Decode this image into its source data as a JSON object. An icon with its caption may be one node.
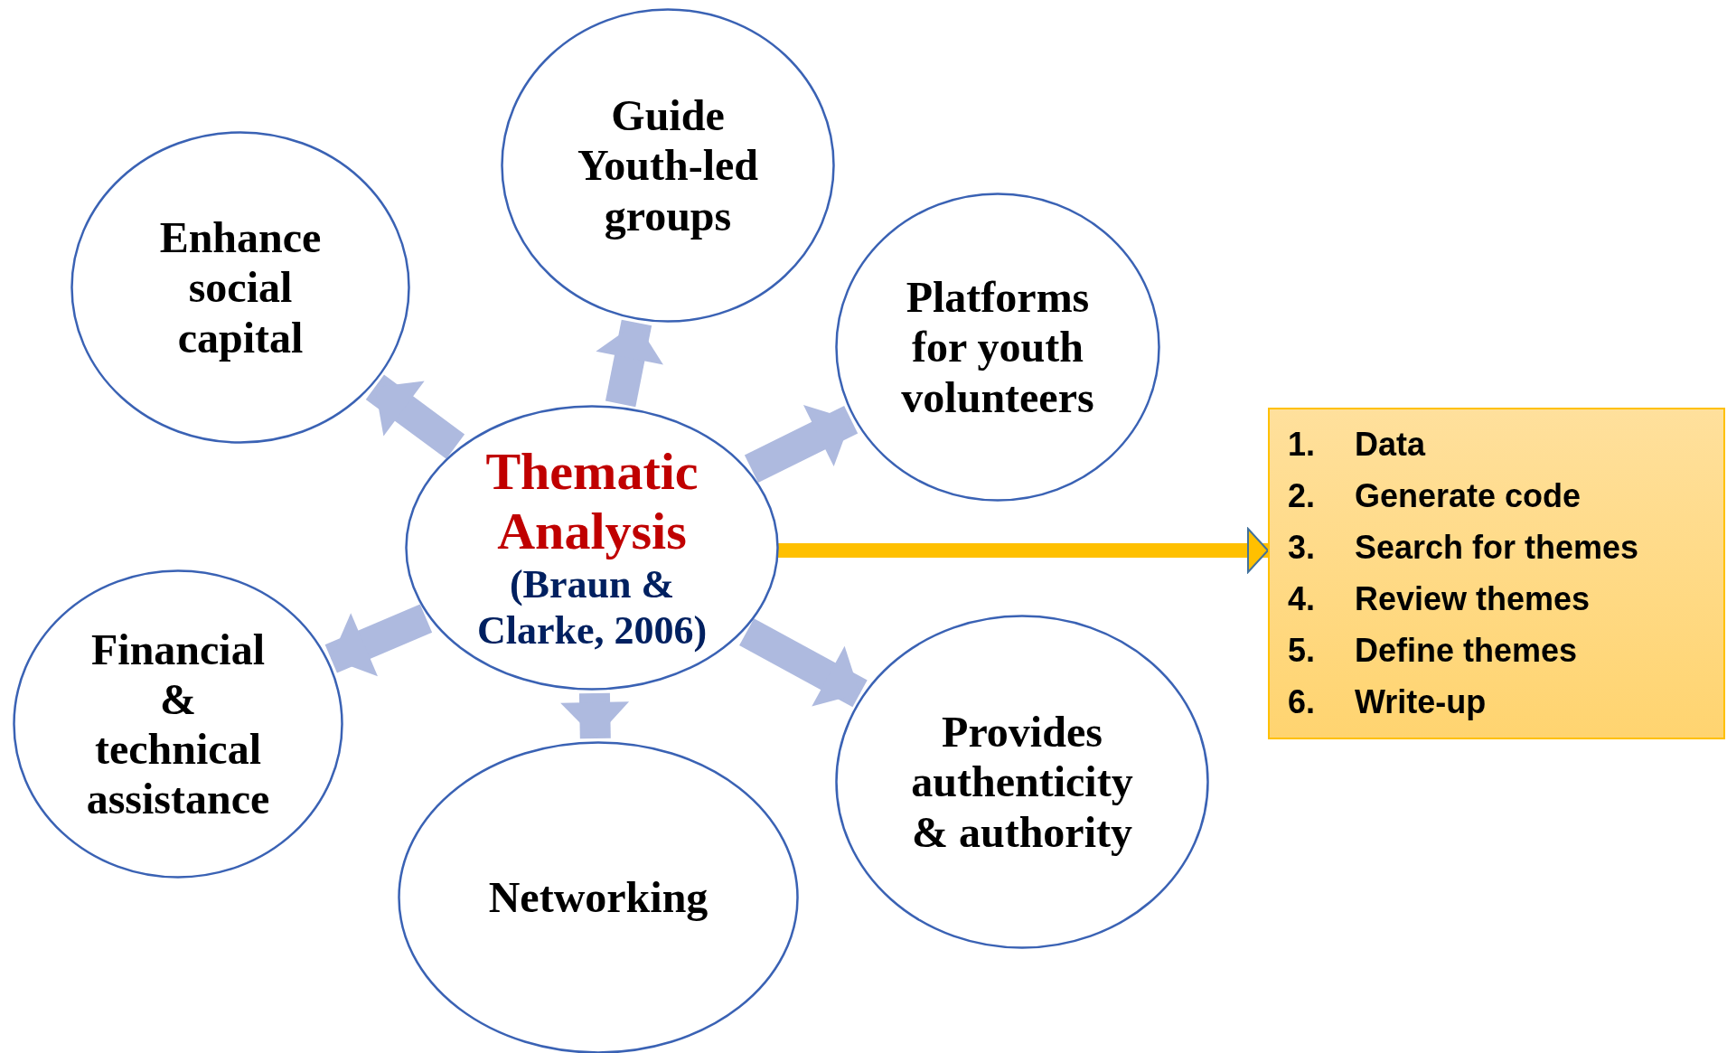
{
  "diagram": {
    "nodes": [
      {
        "text": [
          "Thematic Analysis",
          "(Braun & Clarke, 2006)"
        ]
      },
      {
        "text": [
          "Guide Youth-led groups"
        ]
      },
      {
        "text": [
          "Enhance social capital"
        ]
      },
      {
        "text": [
          "Platforms for youth volunteers"
        ]
      },
      {
        "text": [
          "Financial & technical assistance"
        ]
      },
      {
        "text": [
          "Networking"
        ]
      },
      {
        "text": [
          "Provides authenticity & authority"
        ]
      },
      {
        "text": [
          "1.",
          "Data",
          "2.",
          "Generate code",
          "3.",
          "Search for themes",
          "4.",
          "Review themes",
          "5.",
          "Define themes",
          "6.",
          "Write-up"
        ]
      }
    ],
    "edges": [
      {
        "from": 0,
        "to": 1,
        "arrow": "to"
      },
      {
        "from": 0,
        "to": 2,
        "arrow": "to"
      },
      {
        "from": 0,
        "to": 3,
        "arrow": "to"
      },
      {
        "from": 0,
        "to": 4,
        "arrow": "to"
      },
      {
        "from": 0,
        "to": 5,
        "arrow": "to"
      },
      {
        "from": 0,
        "to": 6,
        "arrow": "to"
      },
      {
        "from": 0,
        "to": 7,
        "arrow": "to",
        "color": "#ffc000"
      }
    ]
  }
}
